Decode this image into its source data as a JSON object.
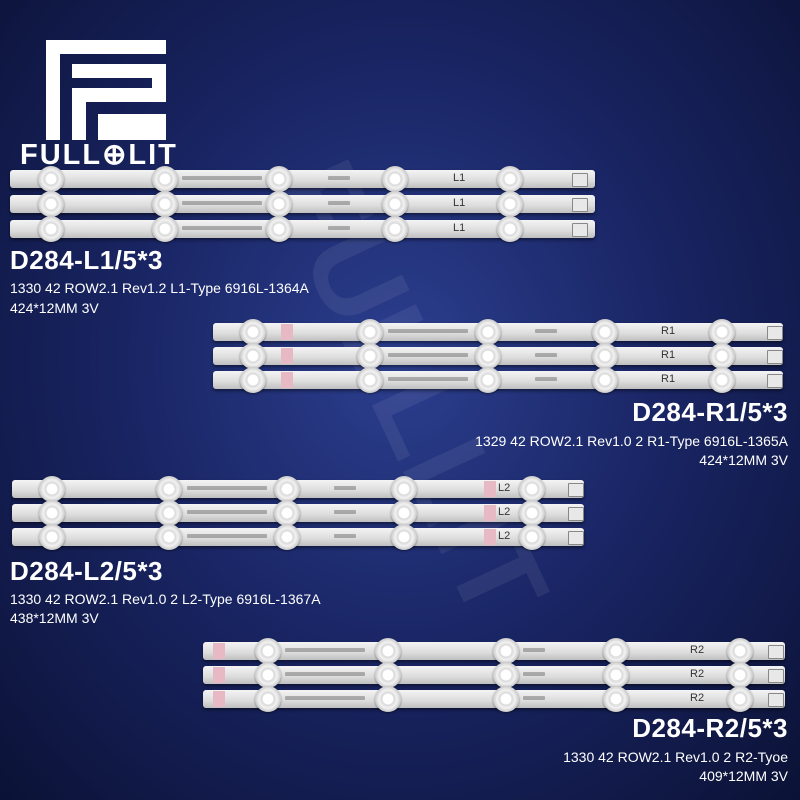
{
  "brand": {
    "name": "FULL⊕LIT"
  },
  "watermark": "FULLLIT",
  "products": [
    {
      "model": "D284-L1/5*3",
      "spec_line": "1330 42 ROW2.1 Rev1.2 L1-Type 6916L-1364A",
      "size": "424*12MM 3V",
      "strip_label": "L1"
    },
    {
      "model": "D284-R1/5*3",
      "spec_line": "1329 42 ROW2.1 Rev1.0 2 R1-Type 6916L-1365A",
      "size": "424*12MM 3V",
      "strip_label": "R1"
    },
    {
      "model": "D284-L2/5*3",
      "spec_line": "1330 42 ROW2.1 Rev1.0 2 L2-Type 6916L-1367A",
      "size": "438*12MM 3V",
      "strip_label": "L2"
    },
    {
      "model": "D284-R2/5*3",
      "spec_line": "1330 42 ROW2.1 Rev1.0 2 R2-Tyoe",
      "size": "409*12MM 3V",
      "strip_label": "R2"
    }
  ],
  "colors": {
    "background": "#1a2666",
    "text": "#ffffff",
    "strip": "#e8e8e8"
  }
}
